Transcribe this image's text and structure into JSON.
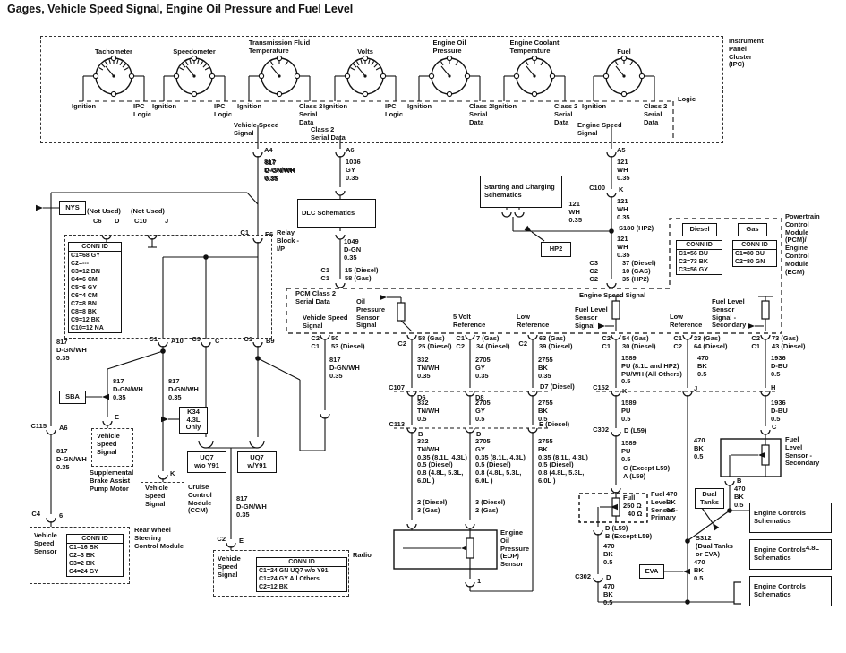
{
  "title": "Gages, Vehicle Speed Signal, Engine Oil Pressure and Fuel Level",
  "colors": {
    "line": "#111111",
    "background": "#ffffff"
  },
  "ipc": {
    "name": "Instrument\nPanel\nCluster\n(IPC)",
    "logic": "Logic",
    "gauges": [
      {
        "title": "Tachometer",
        "left": "Ignition",
        "right": "IPC\nLogic"
      },
      {
        "title": "Speedometer",
        "left": "Ignition",
        "right": "IPC\nLogic"
      },
      {
        "title": "Transmission Fluid\nTemperature",
        "left": "Ignition",
        "right": "Class 2\nSerial\nData"
      },
      {
        "title": "Volts",
        "left": "Ignition",
        "right": "IPC\nLogic"
      },
      {
        "title": "Engine Oil\nPressure",
        "left": "Ignition",
        "right": "Class 2\nSerial\nData"
      },
      {
        "title": "Engine Coolant\nTemperature",
        "left": "Ignition",
        "right": "Class 2\nSerial\nData"
      },
      {
        "title": "Fuel",
        "left": "Ignition",
        "right": "Class 2\nSerial\nData"
      }
    ],
    "signals": {
      "vss": "Vehicle Speed\nSignal",
      "class2": "Class 2\nSerial Data",
      "ess": "Engine Speed\nSignal"
    }
  },
  "connectors": {
    "a4": "A4",
    "a5": "A5",
    "a6": "A6",
    "a10": "A10",
    "b": "B",
    "b9": "B9",
    "c": "C",
    "c1": "C1",
    "c2": "C2",
    "c4": "C4",
    "c6": "C6",
    "c9": "C9",
    "c10": "C10",
    "c100": "C100",
    "c107": "C107",
    "c113": "C113",
    "c115": "C115",
    "c152": "C152",
    "c302": "C302",
    "c1c1": "C1\nC1",
    "c3c2c2": "C3\nC2\nC2",
    "d": "D",
    "d6": "D6",
    "d8": "D8",
    "d7d": "D7 (Diesel)",
    "dl59": "D (L59)",
    "e": "E",
    "e6": "E6",
    "ed": "E (Diesel)",
    "h": "H",
    "j": "J",
    "k": "K",
    "one": "1",
    "six": "6"
  },
  "wires": {
    "w817": "817\nD-GN/WH\n0.35",
    "w1036": "1036\nGY\n0.35",
    "w121": "121\nWH\n0.35",
    "w1049": "1049\nD-GN\n0.35",
    "w332a": "332\nTN/WH\n0.35",
    "w332b": "332\nTN/WH\n0.5",
    "w332c": "332\nTN/WH\n0.35 (8.1L, 4.3L)\n0.5 (Diesel)\n0.8 (4.8L, 5.3L,\n6.0L )",
    "w2705a": "2705\nGY\n0.35",
    "w2705b": "2705\nGY\n0.5",
    "w2705c": "2705\nGY\n0.35 (8.1L, 4.3L)\n0.5 (Diesel)\n0.8 (4.8L, 5.3L,\n6.0L )",
    "w2755a": "2755\nBK\n0.35",
    "w2755b": "2755\nBK\n0.5",
    "w2755c": "2755\nBK\n0.35 (8.1L, 4.3L)\n0.5 (Diesel)\n0.8 (4.8L, 5.3L,\n6.0L )",
    "w1589": "1589\nPU\n0.5",
    "w1589big": "1589\nPU (8.1L and HP2)\nPU/WH (All Others)\n0.5",
    "w470": "470\nBK\n0.5",
    "w1936": "1936\nD-BU\n0.5"
  },
  "pins": {
    "vss": "50\n53 (Diesel)",
    "eopsig": "58 (Gas)\n25 (Diesel)",
    "v5": "7 (Gas)\n34 (Diesel)",
    "lowref": "63 (Gas)\n39 (Diesel)",
    "flp": "54 (Gas)\n30 (Diesel)",
    "lowref2": "23 (Gas)\n64 (Diesel)",
    "fls": "73 (Gas)\n43 (Diesel)",
    "ess": "37 (Diesel)\n10 (GAS)\n35 (HP2)",
    "dlc": "15 (Diesel)\n58 (Gas)",
    "eop1": "2 (Diesel)\n3 (Gas)",
    "eop2": "3 (Diesel)\n2 (Gas)",
    "flpc": "C (Except L59)\nA (L59)",
    "flpd": "D (L59)\nB (Except L59)"
  },
  "pcm": {
    "class2": "PCM Class 2\nSerial Data",
    "oil": "Oil\nPressure\nSensor\nSignal",
    "vss": "Vehicle Speed\nSignal",
    "v5": "5 Volt\nReference",
    "low": "Low\nReference",
    "ess": "Engine Speed Signal",
    "fl": "Fuel Level\nSensor\nSignal",
    "fls": "Fuel Level\nSensor\nSignal -\nSecondary",
    "module": "Powertrain\nControl\nModule\n(PCM)/\nEngine\nControl\nModule\n(ECM)",
    "diesel": "Diesel",
    "gas": "Gas"
  },
  "conn_id_tables": {
    "relay": {
      "header": "CONN ID",
      "rows": [
        "C1=68 GY",
        "C2=---",
        "C3=12 BN",
        "C4=6 CM",
        "C5=6 GY",
        "C6=4 CM",
        "C7=8 BN",
        "C8=8 BK",
        "C9=12 BK",
        "C10=12 NA"
      ]
    },
    "diesel": {
      "header": "CONN ID",
      "rows": [
        "C1=56 BU",
        "C2=73 BK",
        "C3=56 GY"
      ]
    },
    "gas": {
      "header": "CONN ID",
      "rows": [
        "C1=80 BU",
        "C2=80 GN"
      ]
    },
    "vss": {
      "header": "CONN ID",
      "rows": [
        "C1=16 BK",
        "C2=3 BK",
        "C3=2 BK",
        "C4=24 GY"
      ]
    },
    "radio": {
      "header": "CONN ID",
      "rows": [
        "C1=24 GN UQ7 w/o Y91",
        "C1=24 GY All Others",
        "C2=12 BK"
      ]
    }
  },
  "boxes": {
    "nys": "NYS",
    "sba": "SBA",
    "hp2": "HP2",
    "eva": "EVA",
    "k34": "K34\n4.3L\nOnly",
    "uq7a": "UQ7\nw/o Y91",
    "uq7b": "UQ7\nw/Y91",
    "dual": "Dual\nTanks",
    "dlc": "DLC Schematics",
    "snc": "Starting and Charging\nSchematics",
    "ec1": "Engine Controls\nSchematics",
    "ec2": "Engine Controls\nSchematics",
    "ec2tag": "4.8L",
    "ec3": "Engine Controls\nSchematics"
  },
  "modules": {
    "relay": "Relay\nBlock -\nI/P",
    "ccm": "Cruise\nControl\nModule\n(CCM)",
    "supp": "Supplemental\nBrake Assist\nPump Motor",
    "rws": "Rear Wheel\nSteering\nControl Module",
    "radio": "Radio",
    "vsig": "Vehicle\nSpeed\nSignal",
    "vsensor": "Vehicle\nSpeed\nSensor",
    "flp": "Fuel\nLevel\nSensor -\nPrimary",
    "fls": "Fuel\nLevel\nSensor -\nSecondary",
    "eop": "Engine\nOil\nPressure\n(EOP)\nSensor",
    "s312": "S312\n(Dual Tanks\nor EVA)",
    "s180": "S180 (HP2)",
    "notused": "(Not Used)",
    "full": "Full",
    "r250": "250 Ω",
    "r40": "40 Ω"
  }
}
